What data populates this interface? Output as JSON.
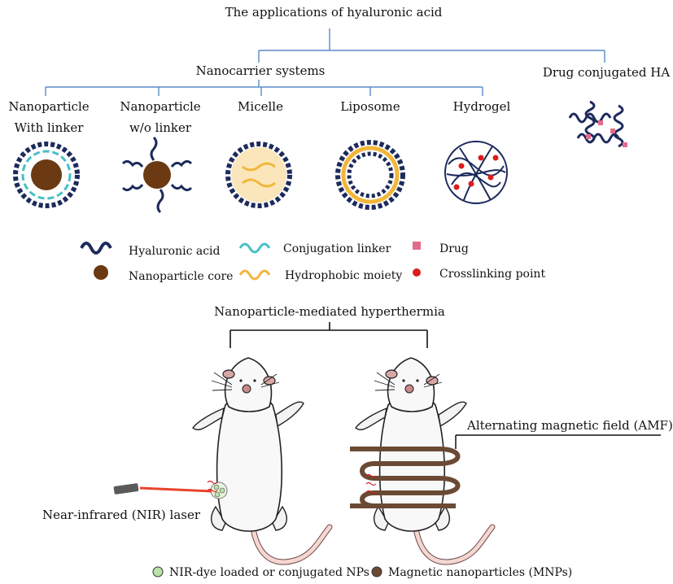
{
  "title": "The applications of hyaluronic acid",
  "nanocarrier_systems": "Nanocarrier systems",
  "drug_conjugated_ha": "Drug conjugated HA",
  "carriers": [
    {
      "line1": "Nanoparticle",
      "line2": "With linker"
    },
    {
      "line1": "Nanoparticle",
      "line2": "w/o linker"
    },
    {
      "line1": "Micelle",
      "line2": ""
    },
    {
      "line1": "Liposome",
      "line2": ""
    },
    {
      "line1": "Hydrogel",
      "line2": ""
    }
  ],
  "legend": {
    "hyaluronic_acid": "Hyaluronic acid",
    "nanoparticle_core": "Nanoparticle core",
    "conjugation_linker": "Conjugation linker",
    "hydrophobic_moiety": "Hydrophobic moiety",
    "drug": "Drug",
    "crosslinking_point": "Crosslinking point"
  },
  "hyperthermia": {
    "title": "Nanoparticle-mediated hyperthermia",
    "amf": "Alternating magnetic field (AMF)",
    "nir_laser": "Near-infrared (NIR) laser"
  },
  "bottom_legend": {
    "nir_dye": "NIR-dye loaded or conjugated NPs",
    "mnps": "Magnetic nanoparticles (MNPs)"
  },
  "colors": {
    "tree_line": "#5b8ac8",
    "ha_navy": "#1c2a5c",
    "core_brown": "#6b3a12",
    "linker_teal": "#45c0c8",
    "hydrophobic_orange": "#f2b63a",
    "crosslink_red": "#dd1c1c",
    "drug_pink": "#e36b8c",
    "laser_red": "#e8442a",
    "nir_green": "#b9e3a8"
  }
}
